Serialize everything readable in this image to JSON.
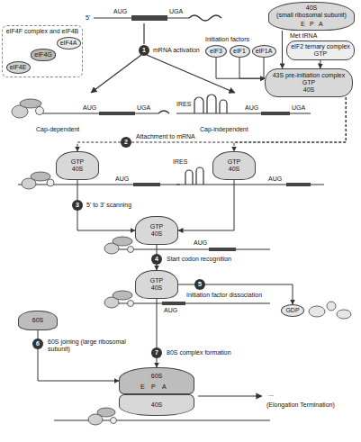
{
  "diagram": {
    "nodes": [
      {
        "text": [
          "eIF4F complex and eIF4B"
        ]
      },
      {
        "text": [
          "eIF4A"
        ],
        "in": 0
      },
      {
        "text": [
          "eIF4G"
        ],
        "in": 0
      },
      {
        "text": [
          "eIF4E"
        ],
        "in": 0
      },
      {
        "text": [
          "40S",
          "(small ribosomal subunit)"
        ]
      },
      {
        "text": [
          "eIF3"
        ]
      },
      {
        "text": [
          "eIF1"
        ]
      },
      {
        "text": [
          "eIF1A"
        ]
      },
      {
        "text": [
          "eIF2 ternary complex",
          "GTP"
        ]
      },
      {
        "text": [
          "43S pre-initiation complex",
          "GTP",
          "40S"
        ]
      },
      {
        "text": [
          "GTP",
          "40S"
        ]
      },
      {
        "text": [
          "GTP",
          "40S"
        ]
      },
      {
        "text": [
          "GTP",
          "40S"
        ]
      },
      {
        "text": [
          "GTP",
          "40S"
        ]
      },
      {
        "text": [
          "GDP"
        ]
      },
      {
        "text": [
          "60S"
        ]
      },
      {
        "text": [
          "60S"
        ]
      },
      {
        "text": [
          "40S"
        ]
      }
    ],
    "edges": [
      {
        "from": 4,
        "to": 9,
        "arrow": "to"
      },
      {
        "from": 5,
        "to": 9,
        "arrow": "to"
      },
      {
        "from": 6,
        "to": 9,
        "arrow": "to"
      },
      {
        "from": 7,
        "to": 9,
        "arrow": "to"
      },
      {
        "from": 8,
        "to": 9,
        "arrow": "to"
      },
      {
        "from": 9,
        "to": 10,
        "label": "Attachment to mRNA",
        "arrow": "to"
      },
      {
        "from": 9,
        "to": 11,
        "arrow": "to"
      },
      {
        "from": 10,
        "to": 12,
        "label": "5' to 3' scanning",
        "arrow": "to"
      },
      {
        "from": 11,
        "to": 12,
        "arrow": "to"
      },
      {
        "from": 12,
        "to": 13,
        "label": "Start codon recognition",
        "arrow": "to"
      },
      {
        "from": 13,
        "to": 14,
        "label": "Initiation factor dissociation",
        "arrow": "to"
      },
      {
        "from": 15,
        "to": 16,
        "label": "60S joining (large ribosomal subunit)",
        "arrow": "to"
      },
      {
        "from": 13,
        "to": 16,
        "label": "80S complex formation",
        "arrow": "to"
      }
    ],
    "labels": [
      "5'",
      "AUG",
      "UGA",
      "1",
      "mRNA activation",
      "Initiation factors",
      "Met tRNA",
      "E",
      "P",
      "A",
      "AUG",
      "UGA",
      "Cap-dependent",
      "IRES",
      "AUG",
      "UGA",
      "Cap-independent",
      "2",
      "AUG",
      "IRES",
      "AUG",
      "3",
      "AUG",
      "4",
      "AUG",
      "5",
      "6",
      "7",
      "E",
      "P",
      "A",
      "...",
      "(Elongation Termination)"
    ]
  }
}
